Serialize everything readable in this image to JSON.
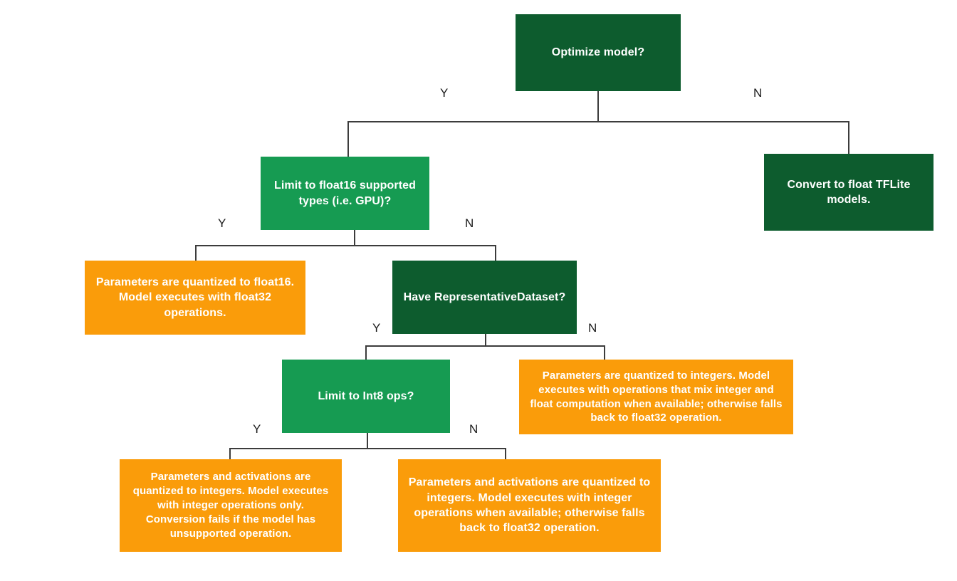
{
  "diagram": {
    "title": "TensorFlow Lite model optimization decision flowchart",
    "colors": {
      "decision_dark": "#0d5c2e",
      "decision_mid": "#169b52",
      "terminal": "#fa9c0a",
      "edge": "#3c3c3c",
      "background": "#ffffff",
      "node_text": "#ffffff",
      "edge_label_text": "#1a1a1a"
    },
    "nodes": {
      "optimize_model": {
        "label": "Optimize model?",
        "type": "decision",
        "style": "decision_dark",
        "font_size": 16
      },
      "limit_float16": {
        "label": "Limit to float16 supported types (i.e. GPU)?",
        "type": "decision",
        "style": "decision_mid",
        "font_size": 16
      },
      "convert_float_tflite": {
        "label": "Convert to float TFLite models.",
        "type": "terminal",
        "style": "decision_dark",
        "font_size": 16
      },
      "float16_result": {
        "label": "Parameters are quantized to float16. Model executes with float32 operations.",
        "type": "terminal",
        "style": "terminal",
        "font_size": 16
      },
      "have_representative_dataset": {
        "label": "Have RepresentativeDataset?",
        "type": "decision",
        "style": "decision_dark",
        "font_size": 16
      },
      "limit_int8_ops": {
        "label": "Limit to Int8 ops?",
        "type": "decision",
        "style": "decision_mid",
        "font_size": 16
      },
      "mixed_int_float_result": {
        "label": "Parameters are quantized to integers. Model executes with operations that mix integer and float computation when available; otherwise falls back to float32 operation.",
        "type": "terminal",
        "style": "terminal",
        "font_size": 15
      },
      "int_only_result": {
        "label": "Parameters and activations are quantized to integers. Model executes with integer operations only. Conversion fails if the model has unsupported operation.",
        "type": "terminal",
        "style": "terminal",
        "font_size": 15
      },
      "int_preferred_result": {
        "label": "Parameters and activations are quantized to integers. Model executes with integer operations when available; otherwise falls back to float32 operation.",
        "type": "terminal",
        "style": "terminal",
        "font_size": 16
      }
    },
    "edge_labels": {
      "optimize_yes": "Y",
      "optimize_no": "N",
      "float16_yes": "Y",
      "float16_no": "N",
      "dataset_yes": "Y",
      "dataset_no": "N",
      "int8_yes": "Y",
      "int8_no": "N"
    }
  }
}
